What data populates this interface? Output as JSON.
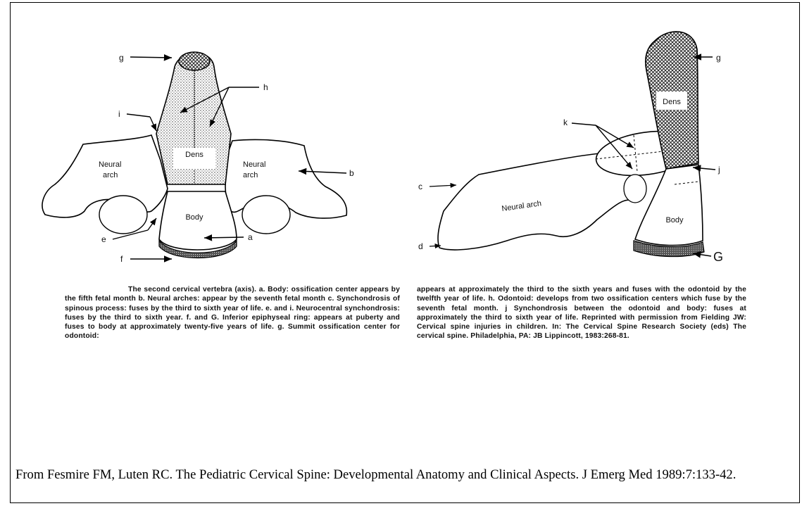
{
  "figure": {
    "left_view": {
      "structures": {
        "dens": "Dens",
        "neural_arch_left": [
          "Neural",
          "arch"
        ],
        "neural_arch_right": [
          "Neural",
          "arch"
        ],
        "body": "Body"
      },
      "callouts": {
        "g": "g",
        "h": "h",
        "i": "i",
        "b": "b",
        "e": "e",
        "a": "a",
        "f": "f"
      }
    },
    "right_view": {
      "structures": {
        "dens": "Dens",
        "neural_arch": "Neural arch",
        "body": "Body"
      },
      "callouts": {
        "g": "g",
        "k": "k",
        "j": "j",
        "c": "c",
        "d": "d",
        "G": "G"
      }
    }
  },
  "caption": {
    "left_column": "The second cervical vertebra (axis). a. Body: ossification center appears by the fifth fetal month b. Neural arches: appear by the seventh fetal month c. Synchondrosis of spinous process: fuses by the third to sixth year of life. e. and i. Neurocentral synchondrosis: fuses by the third to sixth year. f. and G. Inferior epiphyseal ring: appears at puberty and fuses to body at approximately twenty-five years of life. g. Summit ossification center for odontoid:",
    "right_column": "appears at approximately the third to the sixth years and fuses with the odontoid by the twelfth year of life. h. Odontoid: develops from two ossification centers which fuse by the seventh fetal month. j Synchondrosis between the odontoid and body: fuses at approximately the third to sixth year of life. Reprinted with permission from Fielding JW: Cervical spine injuries in children. In: The Cervical Spine Research Society (eds) The cervical spine. Philadelphia, PA: JB Lippincott, 1983:268-81."
  },
  "citation": "From Fesmire FM, Luten RC. The Pediatric Cervical Spine: Developmental Anatomy and Clinical Aspects. J Emerg Med 1989:7:133-42."
}
